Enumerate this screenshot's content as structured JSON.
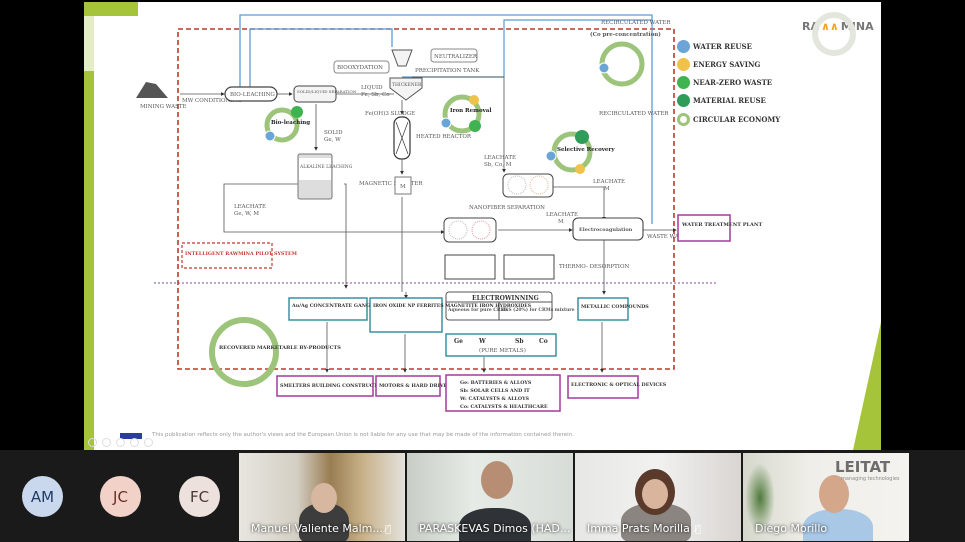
{
  "slide": {
    "legend": [
      {
        "label": "WATER REUSE",
        "icon": "water-drop-icon",
        "color": "#6aa5d6"
      },
      {
        "label": "ENERGY SAVING",
        "icon": "lightning-icon",
        "color": "#f0c24a"
      },
      {
        "label": "NEAR-ZERO WASTE",
        "icon": "recycle-ring-icon",
        "color": "#3fb34f"
      },
      {
        "label": "MATERIAL REUSE",
        "icon": "material-reuse-icon",
        "color": "#2f9c5a"
      },
      {
        "label": "CIRCULAR ECONOMY",
        "icon": "circular-ring-icon",
        "color": "#9cc47a"
      }
    ],
    "logo": {
      "left": "RA",
      "right": "MINA"
    },
    "labels": {
      "mining_waste": "MINING WASTE",
      "mw_conditioning": "MW CONDITIONING",
      "bio_leaching": "BIO-LEACHING",
      "solid_liquid": "SOLID/LIQUID SEPARATION",
      "biooxydation": "BIOOXYDATION",
      "neutralizer": "NEUTRALIZER",
      "precipitation_tank": "PRECIPITATION TANK",
      "thickener": "THICKENER",
      "liquid": "LIQUID",
      "liquid_metals": "Fe, Sb, Co",
      "sludge": "Fe(OH)3 SLUDGE",
      "heated_reactor": "HEATED REACTOR",
      "solid": "SOLID",
      "solid_metals": "Ge, W",
      "alkaline_leaching": "ALKALINE LEACHING",
      "magnetic_splitter": "MAGNETIC SPLITTER",
      "m": "M",
      "leachate_gew": "LEACHATE",
      "leachate_gew_metals": "Ge, W, M",
      "bio_cycle": "Bio-leaching",
      "iron_cycle": "Iron Removal",
      "selective_cycle": "Selective Recovery",
      "recirc_water_1": "RECIRCULATED WATER",
      "recirc_water_1b": "(Co pre-concentration)",
      "recirc_water_2": "RECIRCULATED WATER",
      "leachate_sbco": "LEACHATE",
      "leachate_sbco_metals": "Sb, Co, M",
      "nanofiber": "NANOFIBER SEPARATION",
      "leachate_m1": "LEACHATE",
      "leachate_m1b": "M",
      "leachate_m2": "LEACHATE",
      "leachate_m2b": "M",
      "electrocoagulation": "Electrocoagulation",
      "waste_water": "WASTE WATER",
      "water_treatment": "WATER TREATMENT PLANT",
      "thermo": "THERMO- DESORPTION",
      "pilot": "INTELLIGENT RAWMINA PILOT SYSTEM",
      "electrowinning": "ELECTROWINNING",
      "aqueous": "Aqueous for pure CRMs",
      "des": "DES (20%) for CRMs mixture",
      "ge": "Ge",
      "w": "W",
      "sb": "Sb",
      "co": "Co",
      "pure_metals": "(PURE METALS)",
      "auag": "Au/Ag CONCENTRATE GANGUE",
      "iron_oxide": "IRON OXIDE NP FERRITES MAGNETITE IRON HYDROXIDES",
      "metallic": "METALLIC COMPOUNDS",
      "recovered": "RECOVERED MARKETABLE BY-PRODUCTS",
      "smelters": "SMELTERS BUILDING CONSTRUCTION",
      "motors": "MOTORS & HARD DRIVE DEVICES",
      "uses": [
        "Ge: BATTERIES & ALLOYS",
        "Sb: SOLAR CELLS AND IT",
        "W: CATALYSTS & ALLOYS",
        "Co: CATALYSTS & HEALTHCARE"
      ],
      "electronic": "ELECTRONIC & OPTICAL DEVICES"
    },
    "disclaimer": "This publication reflects only the author's views and the European Union is not liable for any use that may be made of the information contained therein."
  },
  "meeting": {
    "avatars": [
      {
        "initials": "AM",
        "color": "#c9d8ec"
      },
      {
        "initials": "JC",
        "color": "#f2d2c8"
      },
      {
        "initials": "FC",
        "color": "#ece1dc"
      }
    ],
    "participants": [
      {
        "name": "Manuel Valiente Malm...",
        "muted": true
      },
      {
        "name": "PARASKEVAS Dimos (HAD...",
        "muted": false
      },
      {
        "name": "Imma Prats Morilla",
        "muted": true
      },
      {
        "name": "Diego Morillo",
        "muted": false
      }
    ],
    "leitat_logo": "LEITAT",
    "leitat_tagline": "managing technologies"
  }
}
